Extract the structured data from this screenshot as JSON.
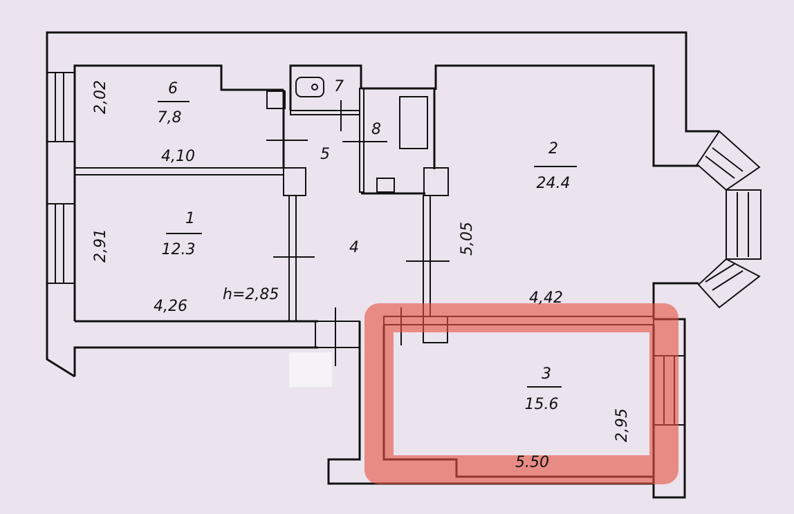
{
  "rooms": [
    {
      "number": "6",
      "area": "7,8"
    },
    {
      "number": "1",
      "area": "12.3"
    },
    {
      "number": "2",
      "area": "24.4"
    },
    {
      "number": "3",
      "area": "15.6"
    },
    {
      "number": "4"
    },
    {
      "number": "5"
    },
    {
      "number": "7"
    },
    {
      "number": "8"
    }
  ],
  "dimensions": {
    "room6_height": "2,02",
    "room6_width": "4,10",
    "room1_height": "2,91",
    "room1_width": "4,26",
    "ceiling_height": "h=2,85",
    "room2_depth": "5,05",
    "room2_width": "4,42",
    "room3_height": "2,95",
    "room3_width": "5.50"
  },
  "highlight_color": "#e8503f"
}
